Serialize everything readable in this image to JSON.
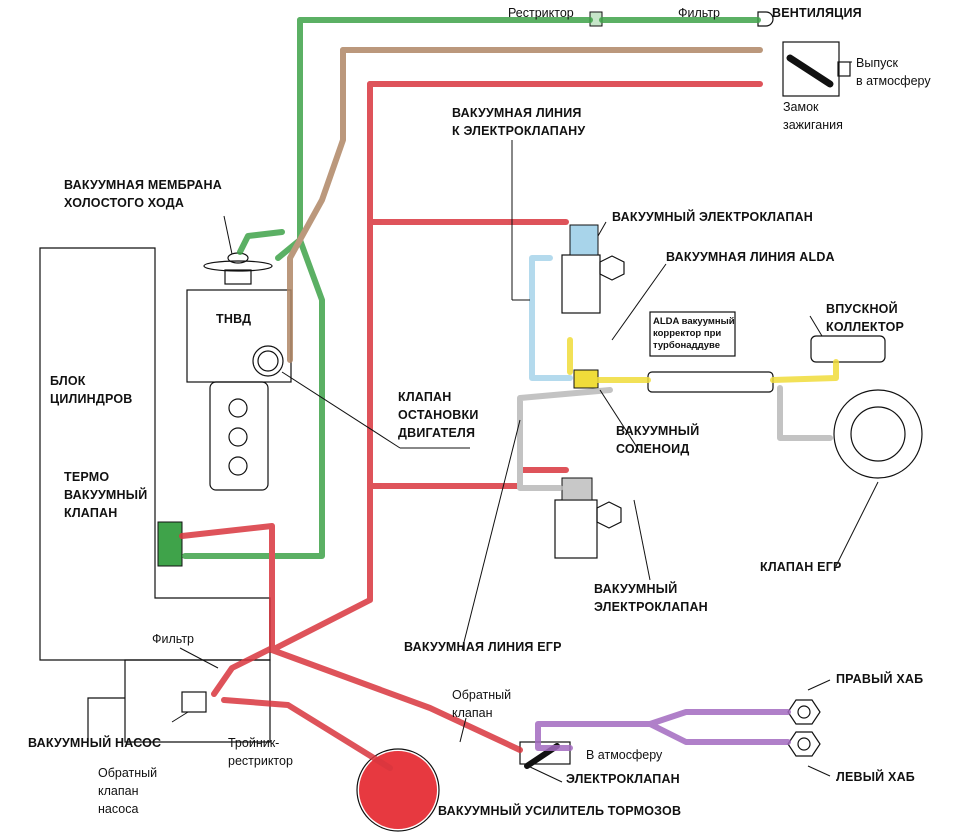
{
  "colors": {
    "green_line": "#3fa34a",
    "brown_line": "#b08766",
    "red_line": "#d9363e",
    "blue_line": "#a8d4ea",
    "gray_line": "#b9b9b9",
    "yellow_line": "#f0dc3a",
    "purple_line": "#a36ac0",
    "outline": "#111111"
  },
  "labels": {
    "restrictor_top": "Рестриктор",
    "filter_top": "Фильтр",
    "ventilation": "ВЕНТИЛЯЦИЯ",
    "exhaust_atm": "Выпуск\nв атмосферу",
    "ignition_lock": "Замок\nзажигания",
    "vacuum_line_to_valve": "ВАКУУМНАЯ ЛИНИЯ\nК ЭЛЕКТРОКЛАПАНУ",
    "idle_membrane": "ВАКУУМНАЯ МЕМБРАНА\nХОЛОСТОГО ХОДА",
    "vacuum_solenoid_valve_top": "ВАКУУМНЫЙ ЭЛЕКТРОКЛАПАН",
    "alda_line": "ВАКУУМНАЯ ЛИНИЯ ALDA",
    "tnvd": "ТНВД",
    "intake_manifold": "ВПУСКНОЙ\nКОЛЛЕКТОР",
    "alda_corrector": "ALDA вакуумный\nкорректор при\nтурбонаддуве",
    "engine_block": "БЛОК\nЦИЛИНДРОВ",
    "engine_stop_valve": "КЛАПАН\nОСТАНОВКИ\nДВИГАТЕЛЯ",
    "vacuum_solenoid": "ВАКУУМНЫЙ\nСОЛЕНОИД",
    "thermo_vacuum_valve": "ТЕРМО\nВАКУУМНЫЙ\nКЛАПАН",
    "egr_valve": "КЛАПАН ЕГР",
    "vacuum_solenoid_valve_bottom": "ВАКУУМНЫЙ\nЭЛЕКТРОКЛАПАН",
    "egr_vacuum_line": "ВАКУУМНАЯ ЛИНИЯ ЕГР",
    "filter_bottom": "Фильтр",
    "check_valve": "Обратный\nклапан",
    "right_hub": "ПРАВЫЙ ХАБ",
    "vacuum_pump": "ВАКУУМНЫЙ НАСОС",
    "tee_restrictor": "Тройник-\nрестриктор",
    "to_atmosphere": "В атмосферу",
    "solenoid_valve": "ЭЛЕКТРОКЛАПАН",
    "left_hub": "ЛЕВЫЙ ХАБ",
    "pump_check_valve": "Обратный\nклапан\nнасоса",
    "brake_booster": "ВАКУУМНЫЙ УСИЛИТЕЛЬ ТОРМОЗОВ"
  }
}
